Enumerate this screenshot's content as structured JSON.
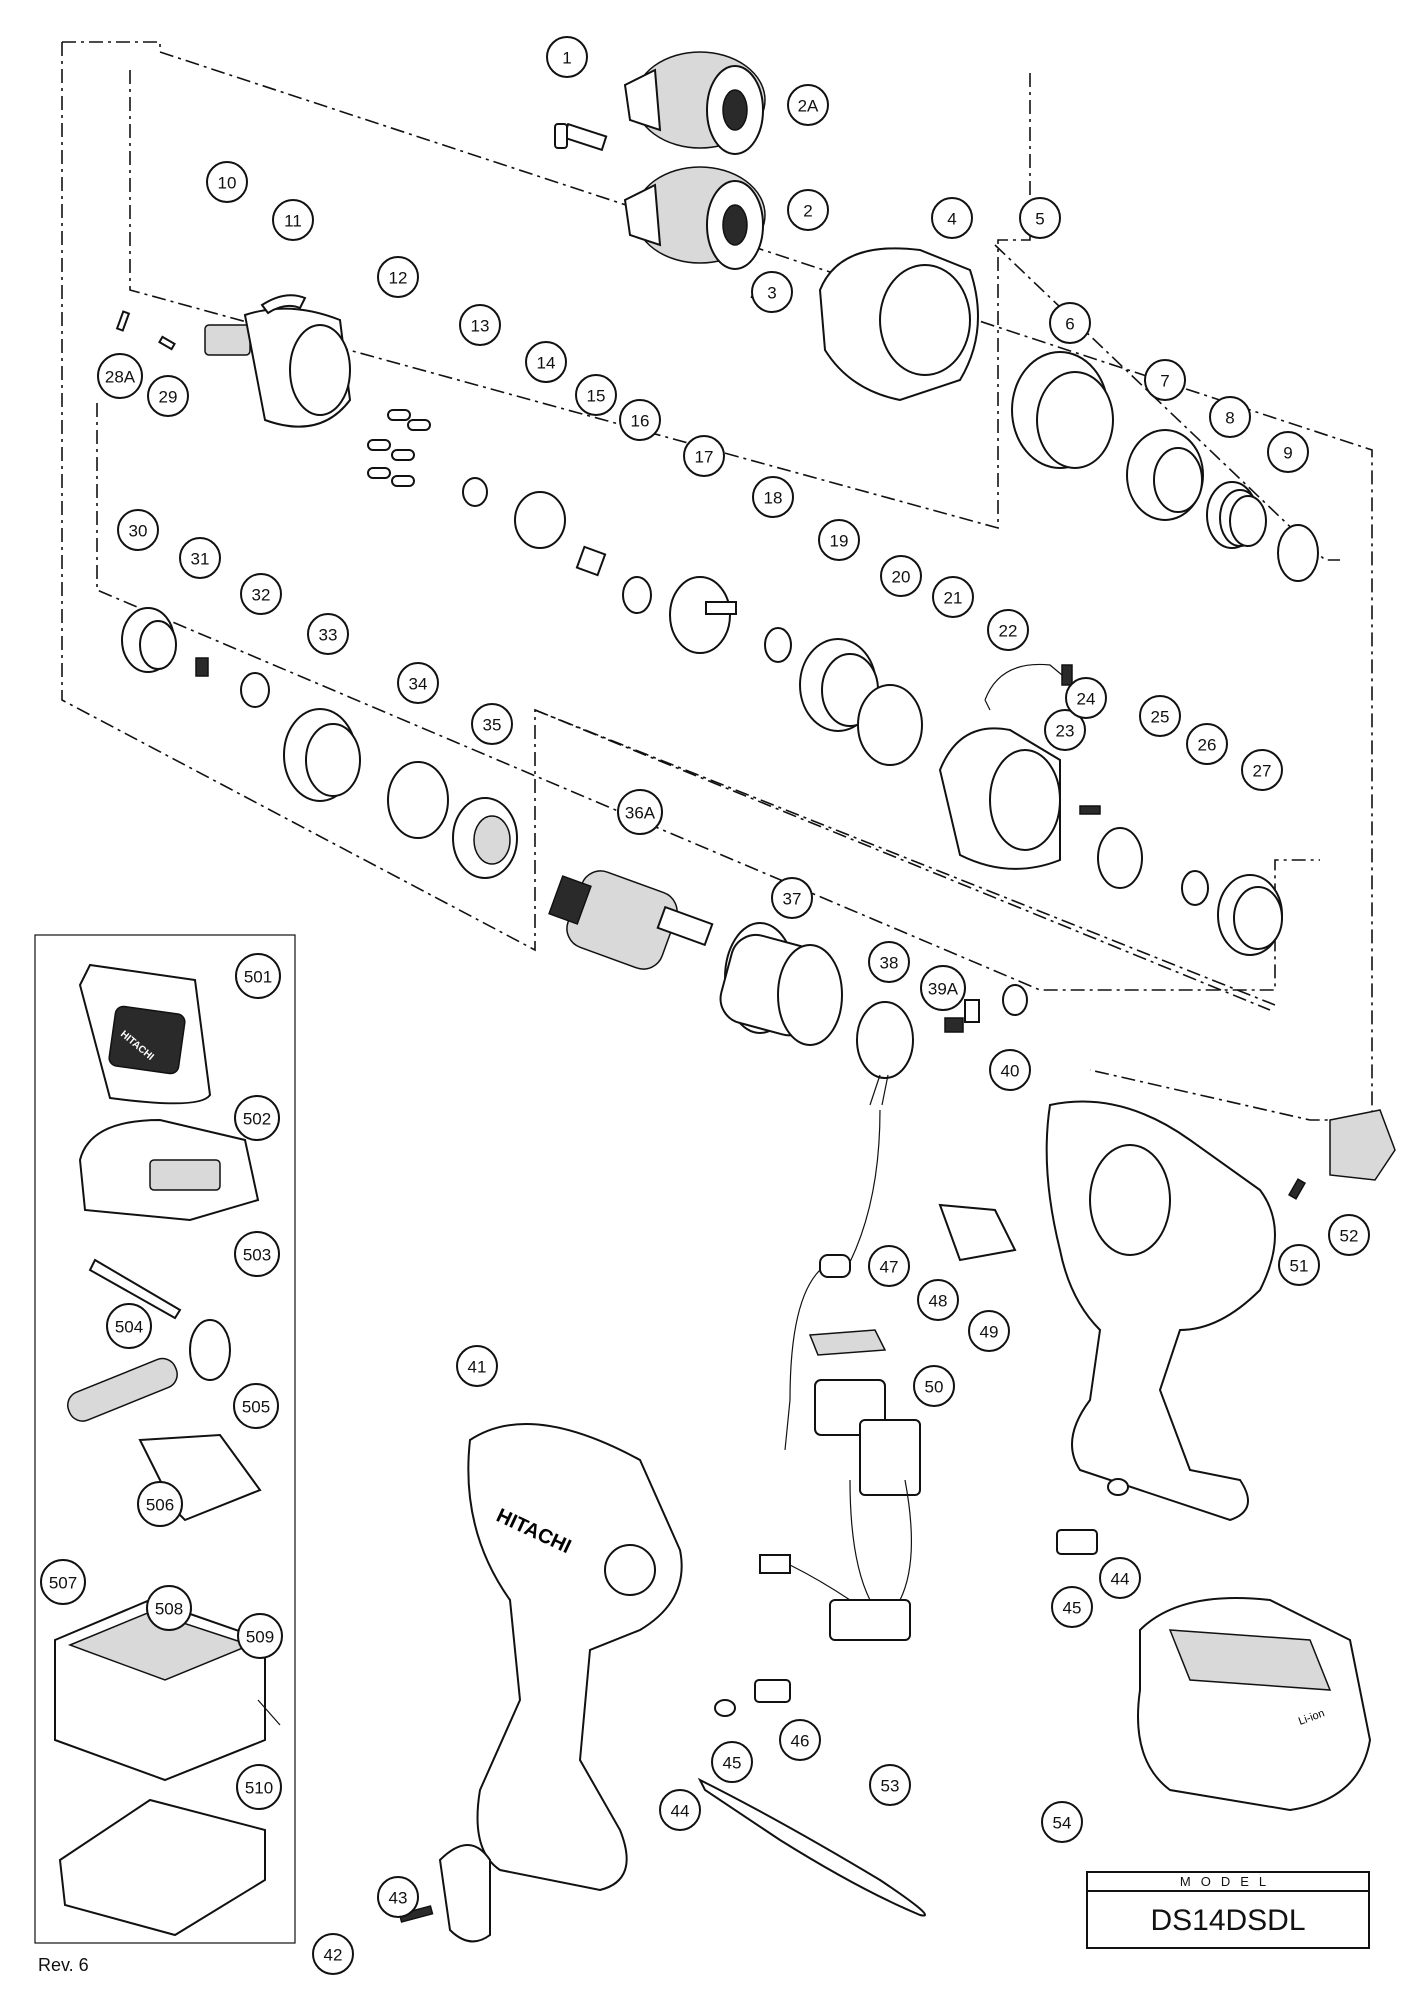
{
  "model": {
    "label": "MODEL",
    "name": "DS14DSDL"
  },
  "revision": "Rev. 6",
  "callouts": [
    {
      "label": "1"
    },
    {
      "label": "2A"
    },
    {
      "label": "2"
    },
    {
      "label": "3"
    },
    {
      "label": "4"
    },
    {
      "label": "5"
    },
    {
      "label": "6"
    },
    {
      "label": "7"
    },
    {
      "label": "8"
    },
    {
      "label": "9"
    },
    {
      "label": "10"
    },
    {
      "label": "11"
    },
    {
      "label": "12"
    },
    {
      "label": "13"
    },
    {
      "label": "14"
    },
    {
      "label": "15"
    },
    {
      "label": "16"
    },
    {
      "label": "17"
    },
    {
      "label": "18"
    },
    {
      "label": "19"
    },
    {
      "label": "20"
    },
    {
      "label": "21"
    },
    {
      "label": "22"
    },
    {
      "label": "23"
    },
    {
      "label": "24"
    },
    {
      "label": "25"
    },
    {
      "label": "26"
    },
    {
      "label": "27"
    },
    {
      "label": "28A"
    },
    {
      "label": "29"
    },
    {
      "label": "30"
    },
    {
      "label": "31"
    },
    {
      "label": "32"
    },
    {
      "label": "33"
    },
    {
      "label": "34"
    },
    {
      "label": "35"
    },
    {
      "label": "36A"
    },
    {
      "label": "37"
    },
    {
      "label": "38"
    },
    {
      "label": "39A"
    },
    {
      "label": "40"
    },
    {
      "label": "41"
    },
    {
      "label": "42"
    },
    {
      "label": "43"
    },
    {
      "label": "44"
    },
    {
      "label": "45"
    },
    {
      "label": "44"
    },
    {
      "label": "45"
    },
    {
      "label": "46"
    },
    {
      "label": "47"
    },
    {
      "label": "48"
    },
    {
      "label": "49"
    },
    {
      "label": "50"
    },
    {
      "label": "51"
    },
    {
      "label": "52"
    },
    {
      "label": "53"
    },
    {
      "label": "54"
    },
    {
      "label": "501"
    },
    {
      "label": "502"
    },
    {
      "label": "503"
    },
    {
      "label": "504"
    },
    {
      "label": "505"
    },
    {
      "label": "506"
    },
    {
      "label": "507"
    },
    {
      "label": "508"
    },
    {
      "label": "509"
    },
    {
      "label": "510"
    }
  ],
  "branding": {
    "case_logo": "HITACHI",
    "housing_logo": "HITACHI",
    "battery_mark": "Li-ion"
  }
}
